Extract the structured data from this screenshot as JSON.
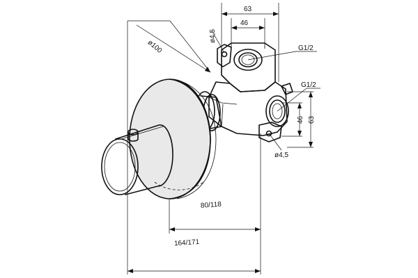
{
  "dimensions": {
    "top_width_outer": "63",
    "top_width_inner": "46",
    "hole_top": "ø4,5",
    "flange_diameter": "ø100",
    "thread_top": "G1/2",
    "thread_right": "G1/2",
    "height_inner": "46",
    "height_outer": "63",
    "hole_bottom": "ø4,5",
    "depth_body": "80/118",
    "depth_total": "164/171"
  },
  "colors": {
    "line": "#111111",
    "background": "#ffffff",
    "shading": "#e9e9e9"
  }
}
